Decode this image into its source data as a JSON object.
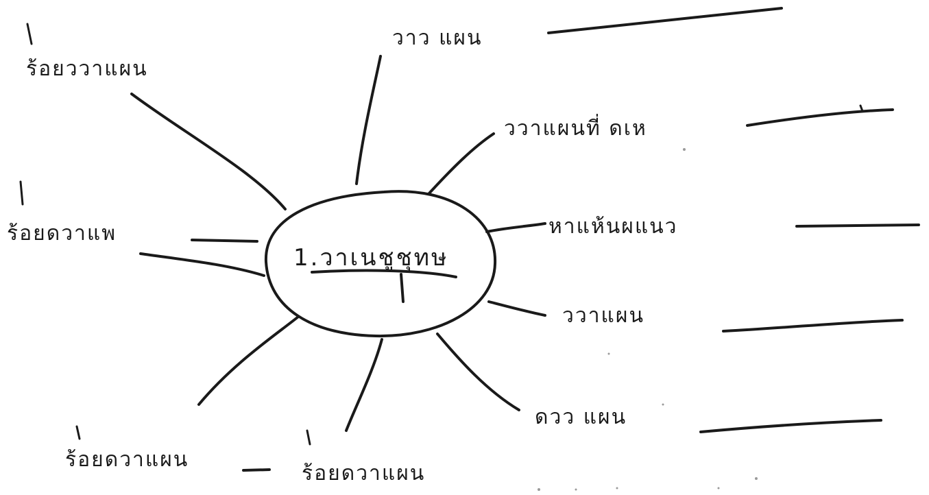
{
  "center": {
    "label": "1.วาเนชูชุทษ"
  },
  "branches": {
    "top": "วาว แผน",
    "upper_right": "ววาแผนที่ ดเห",
    "right": "หาแห้นผแนว",
    "lower_right": "ววาแผน",
    "bottom_right": "ดวว แผน",
    "upper_left": "ร้อยววาแผน",
    "left": "ร้อยดวาแพ",
    "bottom_left": "ร้อยดวาแผน",
    "bottom_center": "ร้อยดวาแผน"
  }
}
